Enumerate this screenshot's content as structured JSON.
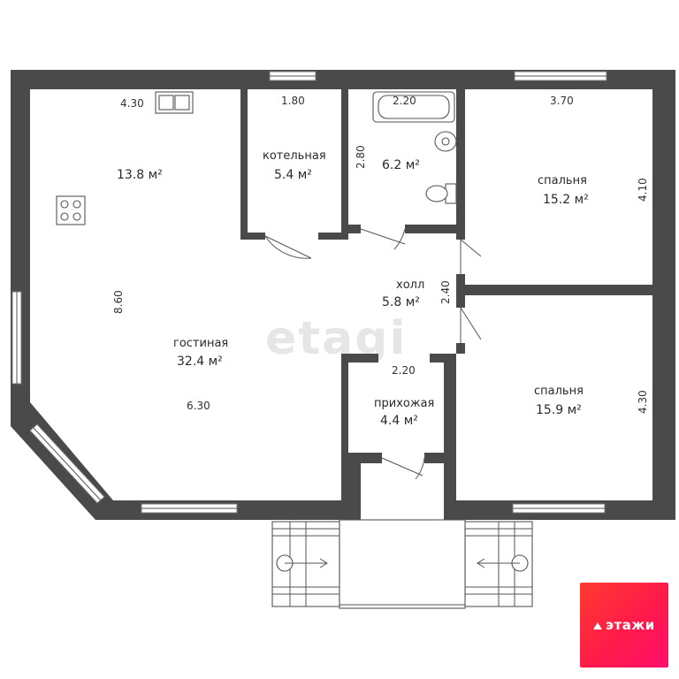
{
  "watermark": "etagi",
  "brand": {
    "logo_text": "этажи",
    "color": "#ff1f4f"
  },
  "rooms": [
    {
      "id": "kitchen",
      "name": "",
      "area": "13.8 м²"
    },
    {
      "id": "boiler",
      "name": "котельная",
      "area": "5.4 м²"
    },
    {
      "id": "bathroom",
      "name": "",
      "area": "6.2 м²"
    },
    {
      "id": "bedroom1",
      "name": "спальня",
      "area": "15.2 м²"
    },
    {
      "id": "hall",
      "name": "холл",
      "area": "5.8 м²"
    },
    {
      "id": "living",
      "name": "гостиная",
      "area": "32.4 м²"
    },
    {
      "id": "entry",
      "name": "прихожая",
      "area": "4.4 м²"
    },
    {
      "id": "bedroom2",
      "name": "спальня",
      "area": "15.9 м²"
    }
  ],
  "dimensions": {
    "kitchen_width": "4.30",
    "boiler_width": "1.80",
    "bath_width": "2.20",
    "bath_depth": "2.80",
    "bed1_width": "3.70",
    "bed1_depth": "4.10",
    "living_depth": "8.60",
    "living_width": "6.30",
    "hall_depth": "2.40",
    "entry_width": "2.20",
    "bed2_depth": "4.30"
  },
  "colors": {
    "wall": "#4a4a4a",
    "background": "#ffffff"
  }
}
